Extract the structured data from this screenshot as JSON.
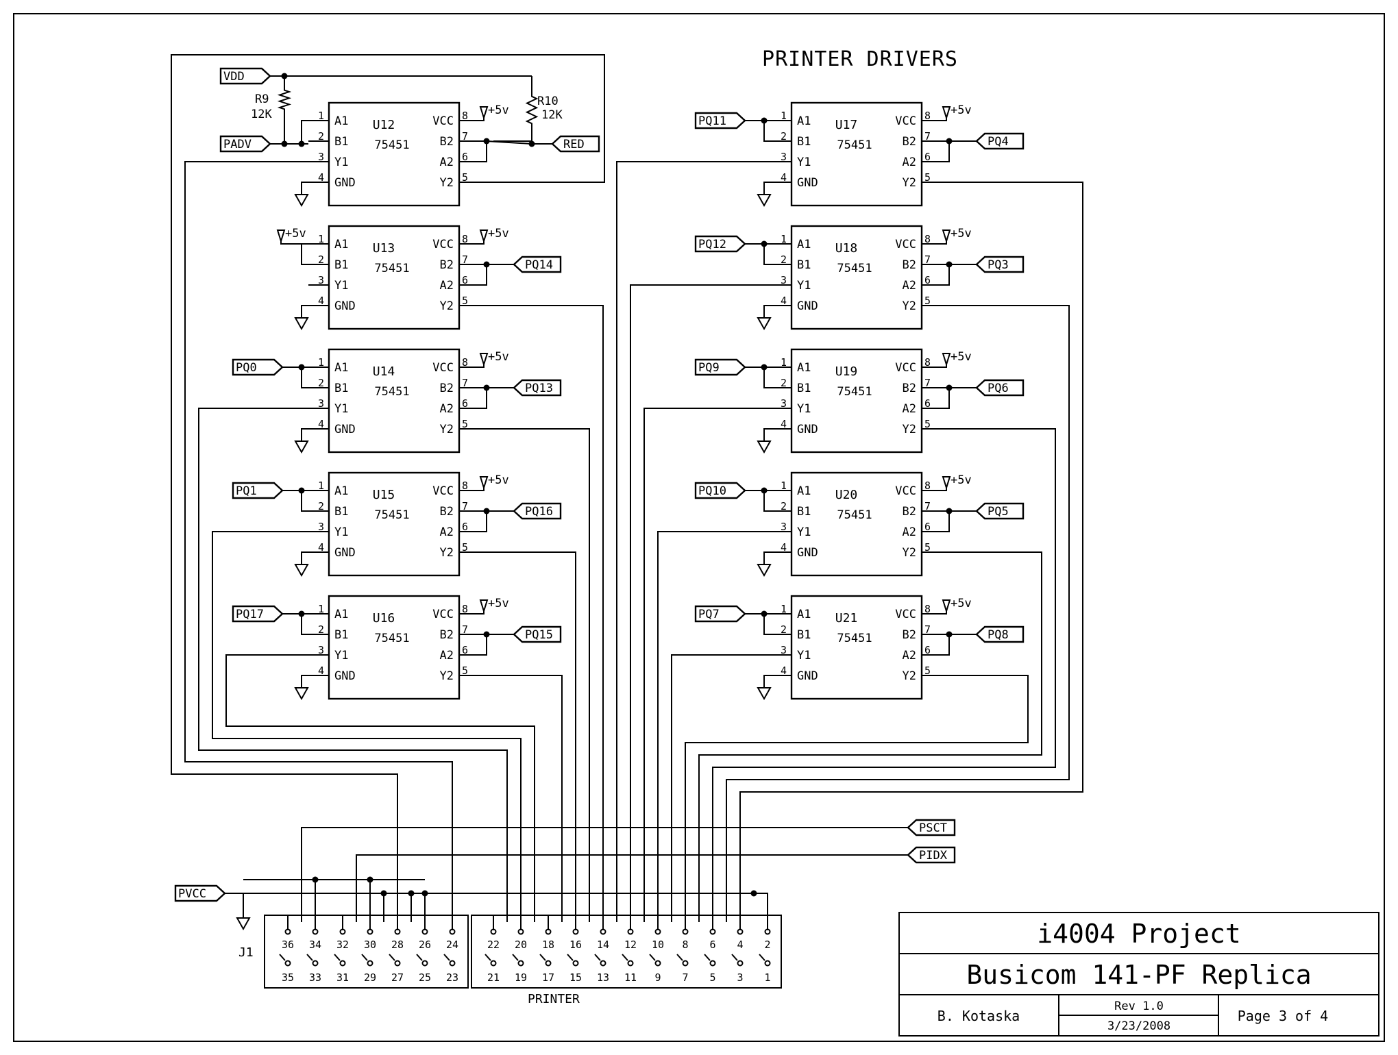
{
  "title": "PRINTER DRIVERS",
  "chip_part": "75451",
  "pin_labels": {
    "a1": "A1",
    "b1": "B1",
    "y1": "Y1",
    "gnd": "GND",
    "vcc": "VCC",
    "b2": "B2",
    "a2": "A2",
    "y2": "Y2"
  },
  "pin_numbers": {
    "a1": "1",
    "b1": "2",
    "y1": "3",
    "gnd": "4",
    "vcc": "8",
    "b2": "7",
    "a2": "6",
    "y2": "5"
  },
  "power_label": "+5v",
  "chips_left": [
    {
      "ref": "U12",
      "in": "PADV",
      "out": "RED"
    },
    {
      "ref": "U13",
      "in": "",
      "out": "PQ14"
    },
    {
      "ref": "U14",
      "in": "PQ0",
      "out": "PQ13"
    },
    {
      "ref": "U15",
      "in": "PQ1",
      "out": "PQ16"
    },
    {
      "ref": "U16",
      "in": "PQ17",
      "out": "PQ15"
    }
  ],
  "chips_right": [
    {
      "ref": "U17",
      "in": "PQ11",
      "out": "PQ4"
    },
    {
      "ref": "U18",
      "in": "PQ12",
      "out": "PQ3"
    },
    {
      "ref": "U19",
      "in": "PQ9",
      "out": "PQ6"
    },
    {
      "ref": "U20",
      "in": "PQ10",
      "out": "PQ5"
    },
    {
      "ref": "U21",
      "in": "PQ7",
      "out": "PQ8"
    }
  ],
  "nets": {
    "vdd": "VDD",
    "pvcc": "PVCC",
    "psct": "PSCT",
    "pidx": "PIDX"
  },
  "resistors": [
    {
      "ref": "R9",
      "value": "12K"
    },
    {
      "ref": "R10",
      "value": "12K"
    }
  ],
  "connector": {
    "ref": "J1",
    "name": "PRINTER",
    "top_row_left": [
      "36",
      "34",
      "32",
      "30",
      "28",
      "26",
      "24"
    ],
    "bottom_row_left": [
      "35",
      "33",
      "31",
      "29",
      "27",
      "25",
      "23"
    ],
    "top_row_right": [
      "22",
      "20",
      "18",
      "16",
      "14",
      "12",
      "10",
      "8",
      "6",
      "4",
      "2"
    ],
    "bottom_row_right": [
      "21",
      "19",
      "17",
      "15",
      "13",
      "11",
      "9",
      "7",
      "5",
      "3",
      "1"
    ]
  },
  "title_block": {
    "project": "i4004 Project",
    "name": "Busicom 141-PF Replica",
    "author": "B. Kotaska",
    "rev": "Rev 1.0",
    "date": "3/23/2008",
    "page": "Page 3 of 4"
  }
}
